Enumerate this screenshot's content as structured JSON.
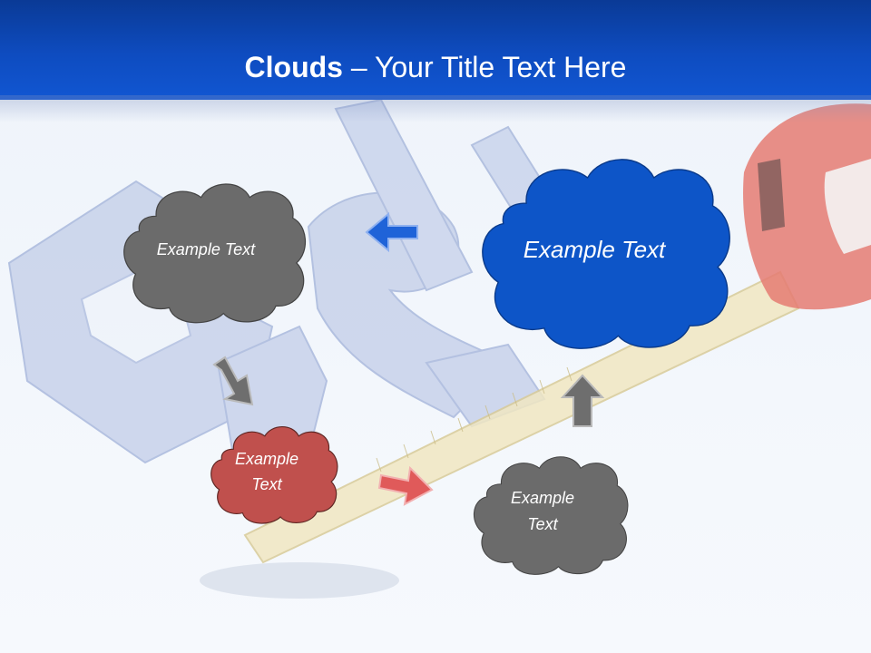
{
  "slide": {
    "title_bold": "Clouds",
    "title_sep": " – ",
    "title_rest": "Your Title Text Here"
  },
  "clouds": {
    "gray_top": "Example Text",
    "blue": "Example Text",
    "red": "Example Text",
    "gray_bottom": "Example Text"
  },
  "colors": {
    "header": "#0e4cc0",
    "cloud_gray": "#6b6b6b",
    "cloud_blue": "#0d55c8",
    "cloud_red": "#c0504d",
    "arrow_blue": "#1f63d8",
    "arrow_gray": "#6e6e6e",
    "arrow_red": "#e05a5a"
  },
  "icons": [
    "cloud-shape",
    "arrow-left-icon",
    "arrow-down-right-icon",
    "arrow-right-icon",
    "arrow-up-icon"
  ]
}
